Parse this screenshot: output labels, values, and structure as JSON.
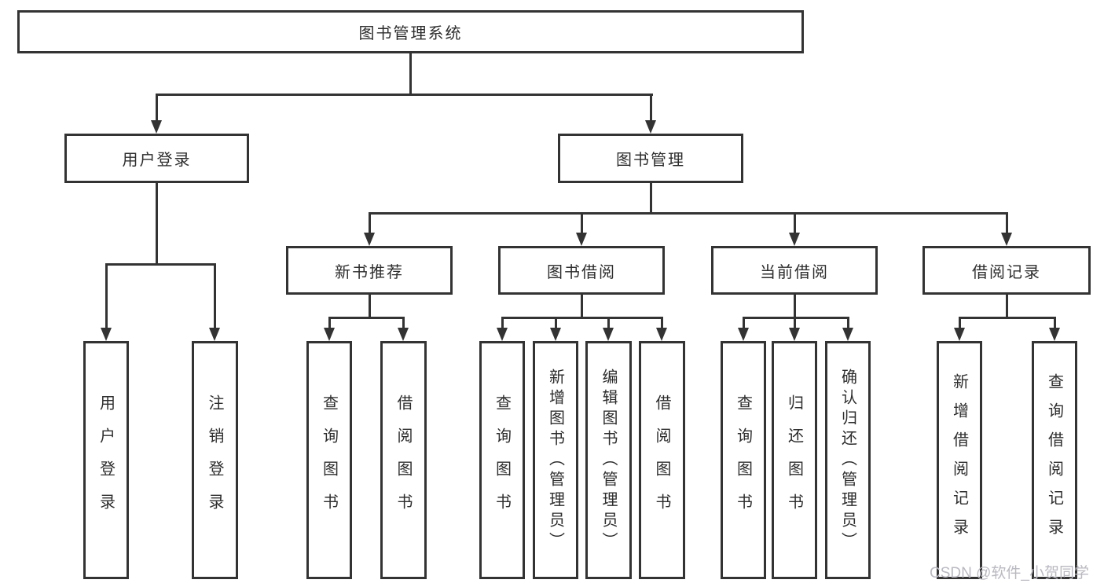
{
  "tree": {
    "root": {
      "label": "图书管理系统"
    },
    "level2": [
      {
        "label": "用户登录"
      },
      {
        "label": "图书管理"
      }
    ],
    "level3": [
      {
        "label": "新书推荐"
      },
      {
        "label": "图书借阅"
      },
      {
        "label": "当前借阅"
      },
      {
        "label": "借阅记录"
      }
    ],
    "leaves": [
      {
        "label": "用户登录",
        "parent": "用户登录"
      },
      {
        "label": "注销登录",
        "parent": "用户登录"
      },
      {
        "label": "查询图书",
        "parent": "新书推荐"
      },
      {
        "label": "借阅图书",
        "parent": "新书推荐"
      },
      {
        "label": "查询图书",
        "parent": "图书借阅"
      },
      {
        "label": "新增图书（管理员）",
        "parent": "图书借阅"
      },
      {
        "label": "编辑图书（管理员）",
        "parent": "图书借阅"
      },
      {
        "label": "借阅图书",
        "parent": "图书借阅"
      },
      {
        "label": "查询图书",
        "parent": "当前借阅"
      },
      {
        "label": "归还图书",
        "parent": "当前借阅"
      },
      {
        "label": "确认归还（管理员）",
        "parent": "当前借阅"
      },
      {
        "label": "新增借阅记录",
        "parent": "借阅记录"
      },
      {
        "label": "查询借阅记录",
        "parent": "借阅记录"
      }
    ]
  },
  "watermark": "CSDN @软件_小贺同学",
  "colors": {
    "line": "#333333",
    "background": "#ffffff",
    "text": "#2d2d2d",
    "watermark": "#b9b9c1"
  }
}
